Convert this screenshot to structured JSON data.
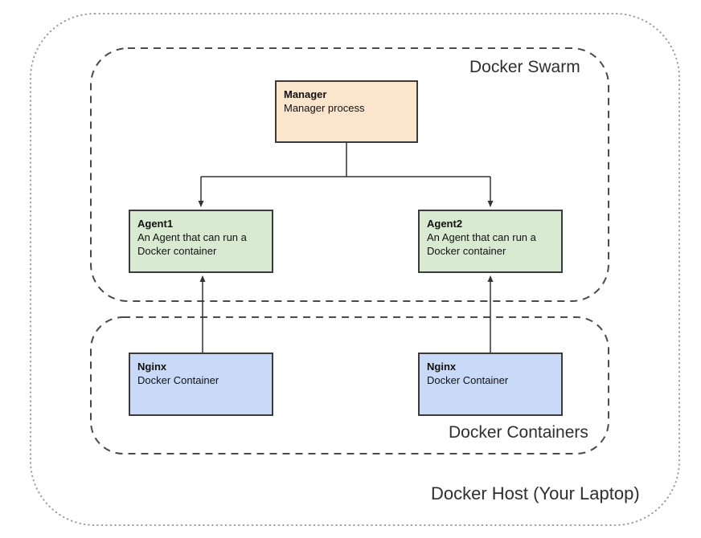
{
  "diagram": {
    "host": {
      "label": "Docker Host (Your Laptop)"
    },
    "swarm": {
      "label": "Docker Swarm",
      "nodes": {
        "manager": {
          "title": "Manager",
          "subtitle": "Manager process",
          "fill": "#fce5cd"
        },
        "agent1": {
          "title": "Agent1",
          "subtitle": "An Agent that can run a Docker container",
          "fill": "#d9ead3"
        },
        "agent2": {
          "title": "Agent2",
          "subtitle": "An Agent that can run a Docker container",
          "fill": "#d9ead3"
        }
      }
    },
    "containers": {
      "label": "Docker Containers",
      "nodes": {
        "nginx1": {
          "title": "Nginx",
          "subtitle": "Docker Container",
          "fill": "#c9daf8"
        },
        "nginx2": {
          "title": "Nginx",
          "subtitle": "Docker Container",
          "fill": "#c9daf8"
        }
      }
    },
    "colors": {
      "node_border": "#3b3b3b",
      "connector": "#333333",
      "dashed_boundary": "#4a4a4a",
      "dotted_boundary": "#9a9a9a",
      "text": "#111111"
    }
  }
}
